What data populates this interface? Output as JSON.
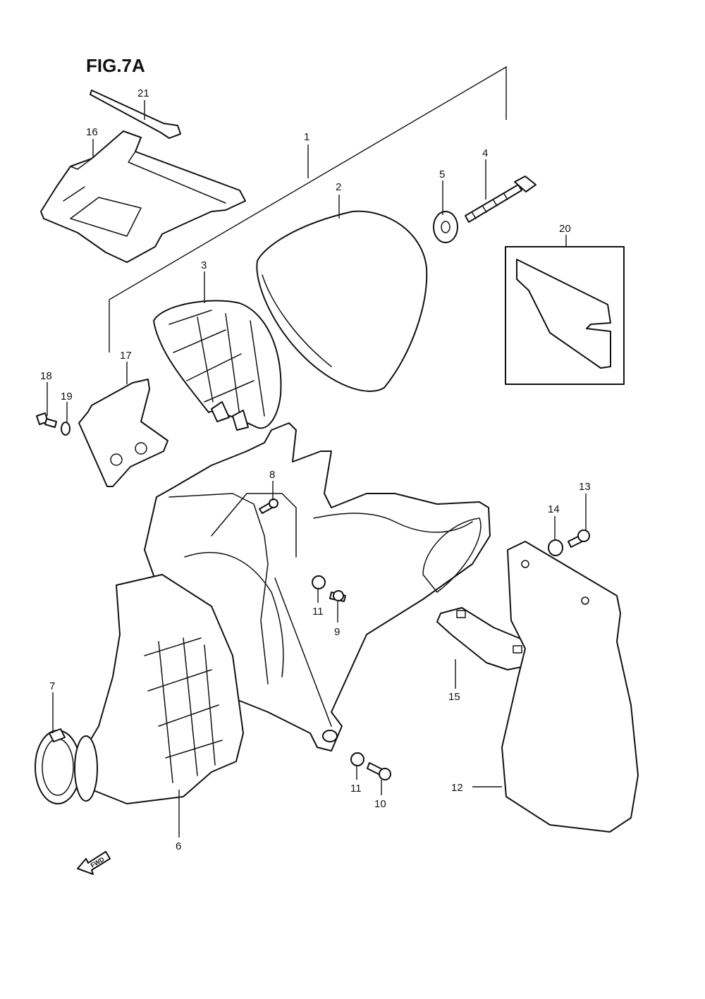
{
  "figure": {
    "title": "FIG.7A",
    "fwd_label": "FWD"
  },
  "callouts": [
    {
      "id": "c1",
      "label": "1"
    },
    {
      "id": "c2",
      "label": "2"
    },
    {
      "id": "c3",
      "label": "3"
    },
    {
      "id": "c4",
      "label": "4"
    },
    {
      "id": "c5",
      "label": "5"
    },
    {
      "id": "c6",
      "label": "6"
    },
    {
      "id": "c7",
      "label": "7"
    },
    {
      "id": "c8",
      "label": "8"
    },
    {
      "id": "c9",
      "label": "9"
    },
    {
      "id": "c10",
      "label": "10"
    },
    {
      "id": "c11a",
      "label": "11"
    },
    {
      "id": "c11b",
      "label": "11"
    },
    {
      "id": "c12",
      "label": "12"
    },
    {
      "id": "c13",
      "label": "13"
    },
    {
      "id": "c14",
      "label": "14"
    },
    {
      "id": "c15",
      "label": "15"
    },
    {
      "id": "c16",
      "label": "16"
    },
    {
      "id": "c17",
      "label": "17"
    },
    {
      "id": "c18",
      "label": "18"
    },
    {
      "id": "c19",
      "label": "19"
    },
    {
      "id": "c20",
      "label": "20"
    },
    {
      "id": "c21",
      "label": "21"
    }
  ]
}
